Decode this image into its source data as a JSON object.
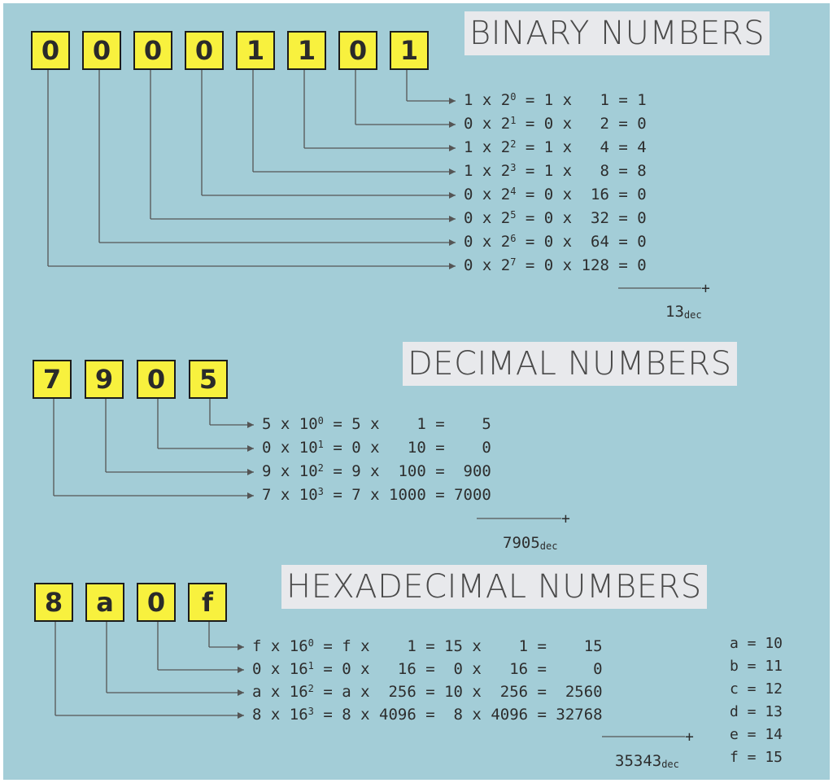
{
  "binary": {
    "title": "BINARY NUMBERS",
    "digits": [
      "0",
      "0",
      "0",
      "0",
      "1",
      "1",
      "0",
      "1"
    ],
    "rows": [
      {
        "d": "1",
        "e": "0",
        "d2": "1",
        "pw": "  1",
        "r": "1"
      },
      {
        "d": "0",
        "e": "1",
        "d2": "0",
        "pw": "  2",
        "r": "0"
      },
      {
        "d": "1",
        "e": "2",
        "d2": "1",
        "pw": "  4",
        "r": "4"
      },
      {
        "d": "1",
        "e": "3",
        "d2": "1",
        "pw": "  8",
        "r": "8"
      },
      {
        "d": "0",
        "e": "4",
        "d2": "0",
        "pw": " 16",
        "r": "0"
      },
      {
        "d": "0",
        "e": "5",
        "d2": "0",
        "pw": " 32",
        "r": "0"
      },
      {
        "d": "0",
        "e": "6",
        "d2": "0",
        "pw": " 64",
        "r": "0"
      },
      {
        "d": "0",
        "e": "7",
        "d2": "0",
        "pw": "128",
        "r": "0"
      }
    ],
    "total": "13",
    "total_unit": "dec"
  },
  "decimal": {
    "title": "DECIMAL NUMBERS",
    "digits": [
      "7",
      "9",
      "0",
      "5"
    ],
    "rows": [
      {
        "d": "5",
        "e": "0",
        "d2": "5",
        "pw": "   1",
        "r": "   5"
      },
      {
        "d": "0",
        "e": "1",
        "d2": "0",
        "pw": "  10",
        "r": "   0"
      },
      {
        "d": "9",
        "e": "2",
        "d2": "9",
        "pw": " 100",
        "r": " 900"
      },
      {
        "d": "7",
        "e": "3",
        "d2": "7",
        "pw": "1000",
        "r": "7000"
      }
    ],
    "total": "7905",
    "total_unit": "dec"
  },
  "hex": {
    "title": "HEXADECIMAL NUMBERS",
    "digits": [
      "8",
      "a",
      "0",
      "f"
    ],
    "rows": [
      {
        "d": "f",
        "e": "0",
        "d2": "f",
        "pw": "   1",
        "v": "15",
        "pw2": "   1",
        "r": "   15"
      },
      {
        "d": "0",
        "e": "1",
        "d2": "0",
        "pw": "  16",
        "v": " 0",
        "pw2": "  16",
        "r": "    0"
      },
      {
        "d": "a",
        "e": "2",
        "d2": "a",
        "pw": " 256",
        "v": "10",
        "pw2": " 256",
        "r": " 2560"
      },
      {
        "d": "8",
        "e": "3",
        "d2": "8",
        "pw": "4096",
        "v": " 8",
        "pw2": "4096",
        "r": "32768"
      }
    ],
    "total": "35343",
    "total_unit": "dec",
    "legend": [
      "a = 10",
      "b = 11",
      "c = 12",
      "d = 13",
      "e = 14",
      "f = 15"
    ]
  },
  "symbols": {
    "times": "x",
    "equals": "=",
    "plus": "+"
  },
  "colors": {
    "background": "#a3cdd7",
    "digit_box": "#f8f13e",
    "title_bg": "#e8e9ec",
    "line": "#555555"
  }
}
